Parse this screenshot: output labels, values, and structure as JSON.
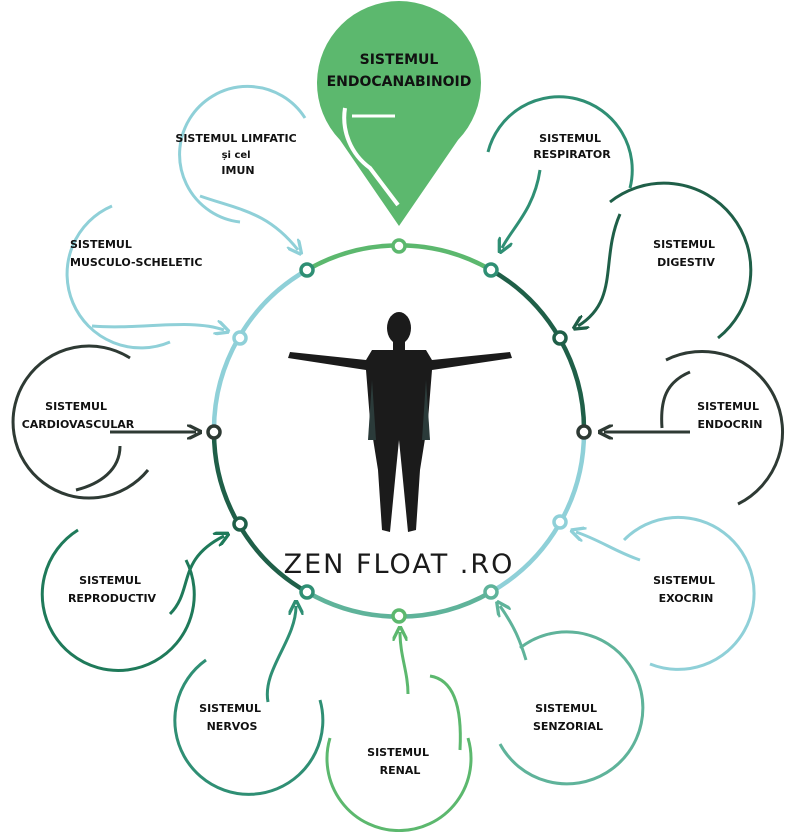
{
  "title": {
    "line1": "SISTEMUL",
    "line2": "ENDOCANABINOID"
  },
  "brand": "ZEN FLOAT .RO",
  "colors": {
    "green": "#5cb86e",
    "teal": "#2f8f74",
    "dark_green": "#1f5f48",
    "light_teal": "#8fd0d8",
    "dark": "#2e3a34"
  },
  "systems": [
    {
      "id": "limfatic",
      "lines": [
        "SISTEMUL LIMFATIC",
        "și cel",
        "IMUN"
      ],
      "color": "#8fd0d8"
    },
    {
      "id": "respirator",
      "lines": [
        "SISTEMUL",
        "RESPIRATOR"
      ],
      "color": "#2f8f74"
    },
    {
      "id": "musculo",
      "lines": [
        "SISTEMUL",
        "MUSCULO-SCHELETIC"
      ],
      "color": "#8fd0d8"
    },
    {
      "id": "digestiv",
      "lines": [
        "SISTEMUL",
        "DIGESTIV"
      ],
      "color": "#1f5f48"
    },
    {
      "id": "cardio",
      "lines": [
        "SISTEMUL",
        "CARDIOVASCULAR"
      ],
      "color": "#2e3a34"
    },
    {
      "id": "endocrin",
      "lines": [
        "SISTEMUL",
        "ENDOCRIN"
      ],
      "color": "#2e3a34"
    },
    {
      "id": "reproductiv",
      "lines": [
        "SISTEMUL",
        "REPRODUCTIV"
      ],
      "color": "#1f7a5a"
    },
    {
      "id": "exocrin",
      "lines": [
        "SISTEMUL",
        "EXOCRIN"
      ],
      "color": "#8fd0d8"
    },
    {
      "id": "nervos",
      "lines": [
        "SISTEMUL",
        "NERVOS"
      ],
      "color": "#2f8f74"
    },
    {
      "id": "senzorial",
      "lines": [
        "SISTEMUL",
        "SENZORIAL"
      ],
      "color": "#5fb39a"
    },
    {
      "id": "renal",
      "lines": [
        "SISTEMUL",
        "RENAL"
      ],
      "color": "#5cb86e"
    }
  ]
}
